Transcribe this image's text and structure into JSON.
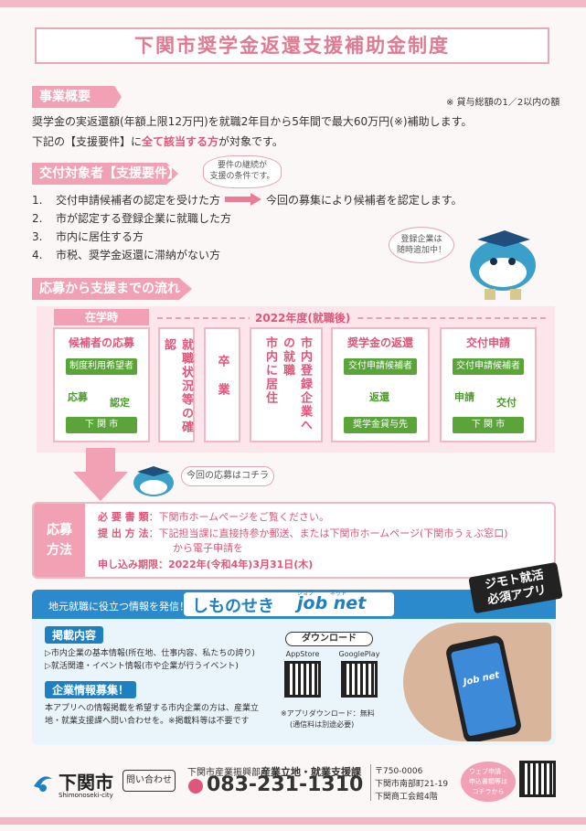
{
  "title": "下関市奨学金返還支援補助金制度",
  "overview": {
    "heading": "事業概要",
    "note": "※ 貸与総額の1／2以内の額",
    "line1": "奨学金の実返還額(年額上限12万円)を就職2年目から5年間で最大60万円(※)補助します。",
    "line2_pre": "下記の【支援要件】に",
    "line2_emph": "全て該当する方",
    "line2_post": "が対象です。"
  },
  "eligibility": {
    "heading": "交付対象者【支援要件】",
    "bubble": "要件の継続が\n支援の条件です。",
    "items": [
      {
        "num": "1.",
        "text": "交付申請候補者の認定を受けた方"
      },
      {
        "num": "2.",
        "text": "市が認定する登録企業に就職した方"
      },
      {
        "num": "3.",
        "text": "市内に居住する方"
      },
      {
        "num": "4.",
        "text": "市税、奨学金返還に滞納がない方"
      }
    ],
    "arrow_note": "今回の募集により候補者を認定します。",
    "mascot_bubble": "登録企業は\n随時追加中！"
  },
  "flow": {
    "heading": "応募から支援までの流れ",
    "school_label": "在学時",
    "year_label": "2022年度(就職後)",
    "col1": {
      "title": "候補者の応募",
      "box1": "制度利用希望者",
      "left": "応募",
      "right": "認定",
      "box2": "下 関 市"
    },
    "col2": "就職状況等の確認",
    "col3": "卒業",
    "col4": "市内に居住",
    "col5": "市内登録企業への就職",
    "col6": {
      "title": "奨学金の返還",
      "box1": "交付申請候補者",
      "mid": "返還",
      "box2": "奨学金貸与先"
    },
    "col7": {
      "title": "交付申請",
      "box1": "交付申請候補者",
      "left": "申請",
      "right": "交付",
      "box2": "下 関 市"
    },
    "mascot_note": "今回の応募はコチラ"
  },
  "apply": {
    "label": "応募\n方法",
    "docs_label": "必 要 書 類",
    "docs_value": "：下関市ホームページをご覧ください。",
    "method_label": "提 出 方 法",
    "method_value": "：下記担当課に直接持参か郵送、または下関市ホームページ(下関市うぇぶ窓口)",
    "method_value2": "から電子申請を",
    "deadline": "申し込み期限：2022年(令和4年)3月31日(木)"
  },
  "app": {
    "lead": "地元就職に役立つ情報を発信！",
    "name": "しものせき",
    "name2": "job net",
    "ruby1": "ジョブ",
    "ruby2": "ネット",
    "badge": "ジモト就活\n必須アプリ",
    "content_label": "掲載内容",
    "content1": "▷市内企業の基本情報(所在地、仕事内容、私たちの誇り)",
    "content2": "▷就活関連・イベント情報(市や企業が行うイベント)",
    "recruit_label": "企業情報募集！",
    "recruit1": "本アプリへの情報掲載を希望する市内企業の方は、産業立",
    "recruit2": "地・就業支援課へ問い合わせを。※掲載料等は不要です",
    "download": "ダウンロード",
    "appstore": "AppStore",
    "googleplay": "GooglePlay",
    "dl_note1": "※アプリダウンロード：無料",
    "dl_note2": "(通信料は別途必要)",
    "phone_text": "Job net"
  },
  "footer": {
    "city": "下関市",
    "city_en": "Shimonoseki-city",
    "contact_label": "問い合わせ",
    "dept_pre": "下関市産業振興部",
    "dept": "産業立地・就業支援課",
    "phone": "083-231-1310",
    "zip": "〒750-0006",
    "addr1": "下関市南部町21-19",
    "addr2": "下関商工会館4階",
    "web_bubble": "ウェブ申請・\n申込書類等は\nコチラから"
  },
  "colors": {
    "pink": "#f1a1b3",
    "accent": "#e0567a",
    "green": "#5aa43a",
    "blue": "#1e7fc1"
  }
}
